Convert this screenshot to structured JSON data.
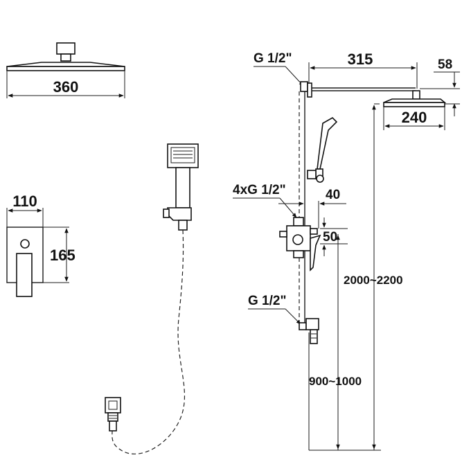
{
  "shower_head": {
    "width_label": "360"
  },
  "mixer_body": {
    "width_label": "110",
    "height_label": "165"
  },
  "column": {
    "top_connection_label": "G 1/2\"",
    "arm_length_label": "315",
    "head_drop_label": "58",
    "head_width_label": "240",
    "mixer_connection_label": "4xG 1/2\"",
    "mixer_offset_label": "40",
    "mixer_height_label": "50",
    "total_height_label": "2000~2200",
    "bottom_connection_label": "G 1/2\"",
    "bottom_height_label": "900~1000"
  },
  "colors": {
    "line": "#1a1a1a",
    "background": "#ffffff"
  }
}
